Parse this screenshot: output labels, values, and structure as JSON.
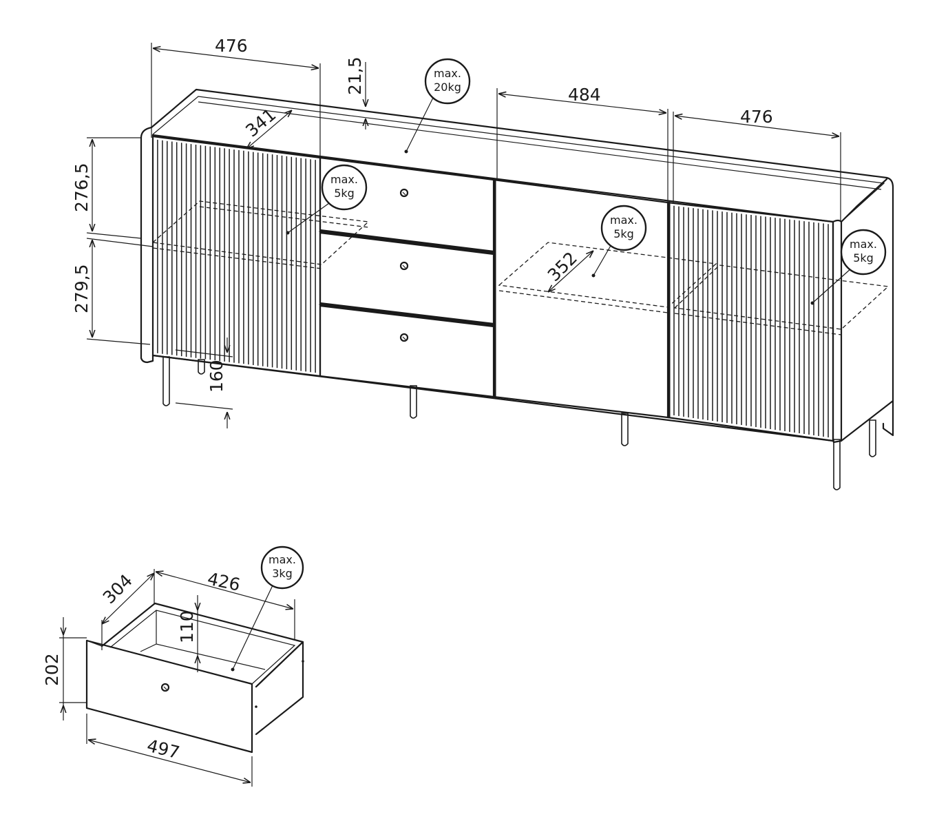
{
  "dimensions": {
    "door_width_left": "476",
    "top_thickness": "21,5",
    "middle_door_width": "484",
    "door_width_right": "476",
    "shelf_depth": "341",
    "upper_compartment_height": "276,5",
    "lower_compartment_height": "279,5",
    "leg_height": "160",
    "shelf_depth_middle": "352",
    "drawer_depth": "304",
    "drawer_inner_width": "426",
    "drawer_inner_height": "110",
    "drawer_front_height": "202",
    "drawer_front_width": "497"
  },
  "load_labels": {
    "top": {
      "line1": "max.",
      "line2": "20kg"
    },
    "left_shelf": {
      "line1": "max.",
      "line2": "5kg"
    },
    "middle_shelf": {
      "line1": "max.",
      "line2": "5kg"
    },
    "right_shelf": {
      "line1": "max.",
      "line2": "5kg"
    },
    "drawer": {
      "line1": "max.",
      "line2": "3kg"
    }
  },
  "colors": {
    "line": "#1a1a1a",
    "background": "#ffffff"
  }
}
